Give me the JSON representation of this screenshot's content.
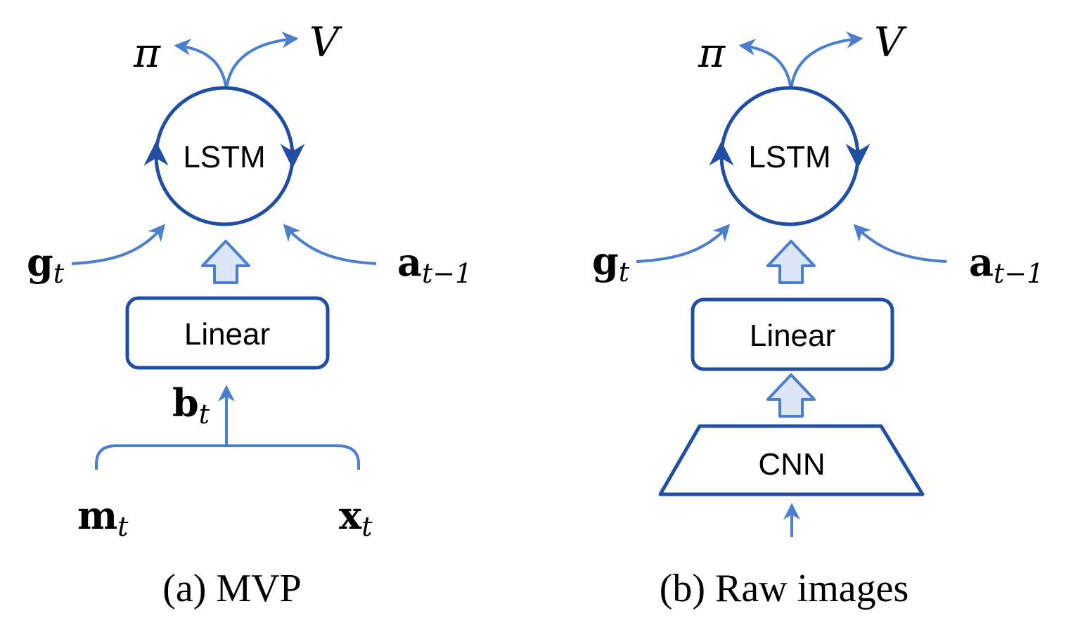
{
  "colors": {
    "dark_blue": "#1f4ea3",
    "light_blue": "#4a7fcf",
    "fill_light": "#dce6f7",
    "text": "#000000"
  },
  "panel_a": {
    "caption": "(a) MVP",
    "lstm_label": "LSTM",
    "linear_label": "Linear",
    "pi_label": "π",
    "v_label": "V",
    "g_base": "g",
    "g_sub": "t",
    "a_base": "a",
    "a_sub": "t−1",
    "b_base": "b",
    "b_sub": "t",
    "m_base": "m",
    "m_sub": "t",
    "x_base": "x",
    "x_sub": "t"
  },
  "panel_b": {
    "caption": "(b) Raw images",
    "lstm_label": "LSTM",
    "linear_label": "Linear",
    "cnn_label": "CNN",
    "pi_label": "π",
    "v_label": "V",
    "g_base": "g",
    "g_sub": "t",
    "a_base": "a",
    "a_sub": "t−1"
  },
  "icons": [
    "recurrent-loop-icon",
    "block-up-arrow-icon",
    "curved-arrow-icon"
  ]
}
